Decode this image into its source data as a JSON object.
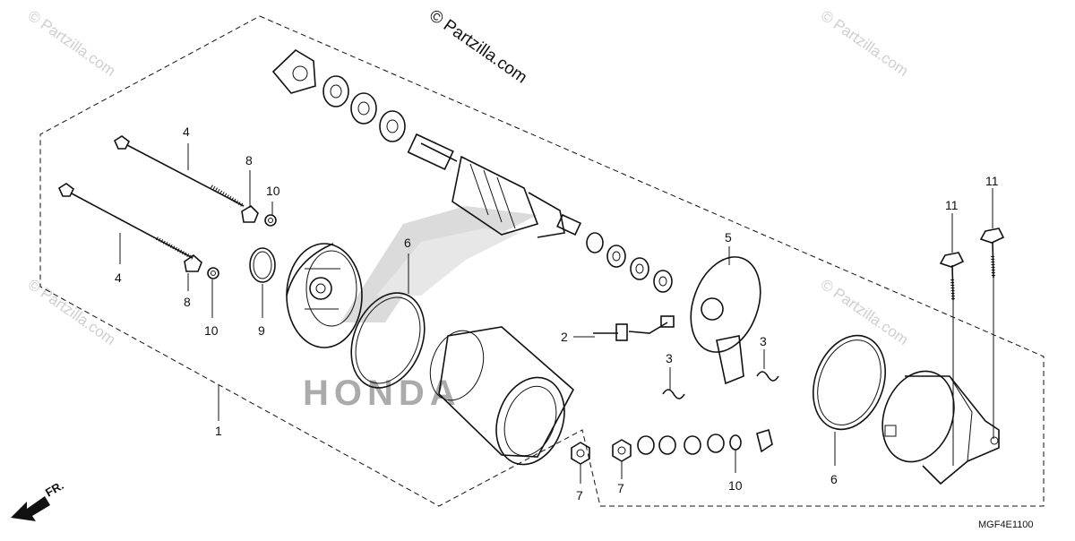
{
  "watermark": {
    "main": "© Partzilla.com",
    "repeat": "© Partzilla.com"
  },
  "brand_watermark": "HONDA",
  "diagram_code": "MGF4E1100",
  "front_arrow_label": "FR.",
  "callouts": {
    "c1": "1",
    "c2": "2",
    "c3a": "3",
    "c3b": "3",
    "c4a": "4",
    "c4b": "4",
    "c5": "5",
    "c6a": "6",
    "c6b": "6",
    "c7a": "7",
    "c7b": "7",
    "c8a": "8",
    "c8b": "8",
    "c9": "9",
    "c10a": "10",
    "c10b": "10",
    "c10c": "10",
    "c11a": "11",
    "c11b": "11"
  }
}
